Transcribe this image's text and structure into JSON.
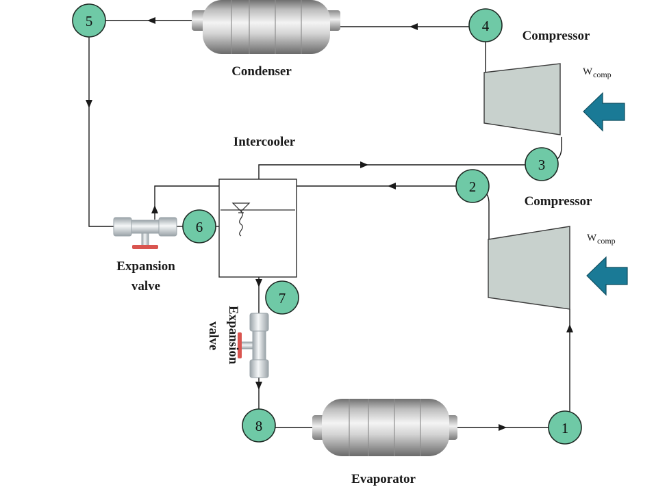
{
  "labels": {
    "condenser": "Condenser",
    "compressor_high": "Compressor",
    "compressor_low": "Compressor",
    "intercooler": "Intercooler",
    "expansion_valve_left_line1": "Expansion",
    "expansion_valve_left_line2": "valve",
    "expansion_valve_mid_line1": "Expansion",
    "expansion_valve_mid_line2": "valve",
    "evaporator": "Evaporator",
    "work_high_main": "W",
    "work_high_sub": "comp",
    "work_low_main": "W",
    "work_low_sub": "comp"
  },
  "nodes": [
    {
      "id": "n1",
      "label": "1"
    },
    {
      "id": "n2",
      "label": "2"
    },
    {
      "id": "n3",
      "label": "3"
    },
    {
      "id": "n4",
      "label": "4"
    },
    {
      "id": "n5",
      "label": "5"
    },
    {
      "id": "n6",
      "label": "6"
    },
    {
      "id": "n7",
      "label": "7"
    },
    {
      "id": "n8",
      "label": "8"
    }
  ],
  "colors": {
    "state_point_fill": "#6fc9a6",
    "work_arrow": "#1a7a96",
    "compressor_fill": "#c8d1cd",
    "valve_handle": "#d9544f"
  }
}
